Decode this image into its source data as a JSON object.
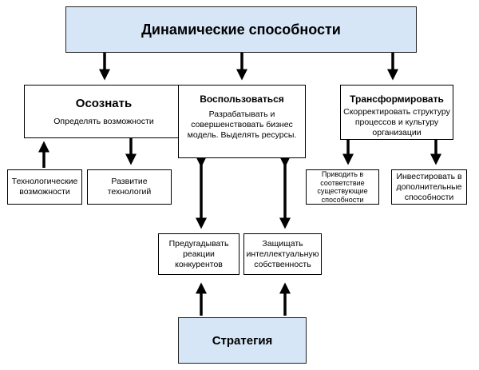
{
  "top": {
    "title": "Динамические способности"
  },
  "sense": {
    "title": "Осознать",
    "desc": "Определять возможности"
  },
  "seize": {
    "title": "Воспользоваться",
    "desc": "Разрабатывать и совершенствовать бизнес модель. Выделять ресурсы."
  },
  "transform": {
    "title": "Трансформировать",
    "desc": "Скорректировать структуру процессов и культуру организации"
  },
  "tech_capabilities": {
    "label": "Технологические возможности"
  },
  "tech_development": {
    "label": "Развитие технологий"
  },
  "adapt_existing": {
    "label": "Приводить в соответствие существующие способности"
  },
  "invest_additional": {
    "label": "Инвестировать в дополнительные способности"
  },
  "anticipate_competitors": {
    "label": "Предугадывать реакции конкурентов"
  },
  "protect_ip": {
    "label": "Защищать интеллектуальную собственность"
  },
  "strategy": {
    "title": "Стратегия"
  }
}
